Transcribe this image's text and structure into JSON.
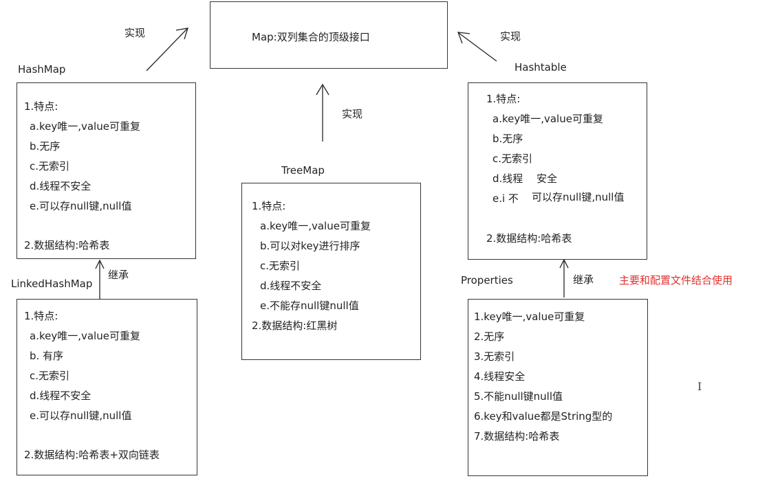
{
  "top": {
    "title": "Map:双列集合的顶级接口"
  },
  "relations": {
    "implements_left": "实现",
    "implements_right": "实现",
    "implements_center": "实现",
    "inherits_left": "继承",
    "inherits_right": "继承"
  },
  "annotation": {
    "text": "主要和配置文件结合使用",
    "color": "#e0302c"
  },
  "hashmap": {
    "name": "HashMap",
    "lines": [
      "1.特点:",
      "a.key唯一,value可重复",
      "b.无序",
      "c.无索引",
      "d.线程不安全",
      "e.可以存null键,null值",
      "2.数据结构:哈希表"
    ]
  },
  "linkedhashmap": {
    "name": "LinkedHashMap",
    "lines": [
      "1.特点:",
      "a.key唯一,value可重复",
      "b. 有序",
      "c.无索引",
      "d.线程不安全",
      "e.可以存null键,null值",
      "2.数据结构:哈希表+双向链表"
    ]
  },
  "treemap": {
    "name": "TreeMap",
    "lines": [
      "1.特点:",
      "a.key唯一,value可重复",
      "b.可以对key进行排序",
      "c.无索引",
      "d.线程不安全",
      "e.不能存null键null值",
      "2.数据结构:红黑树"
    ]
  },
  "hashtable": {
    "name": "Hashtable",
    "lines": [
      "1.特点:",
      "a.key唯一,value可重复",
      "b.无序",
      "c.无索引",
      "d.线程",
      "安全",
      "e.i 不",
      "可以存null键,null值",
      "2.数据结构:哈希表"
    ]
  },
  "properties": {
    "name": "Properties",
    "lines": [
      "1.key唯一,value可重复",
      "2.无序",
      "3.无索引",
      "4.线程安全",
      "5.不能null键null值",
      "6.key和value都是String型的",
      "7.数据结构:哈希表"
    ]
  }
}
